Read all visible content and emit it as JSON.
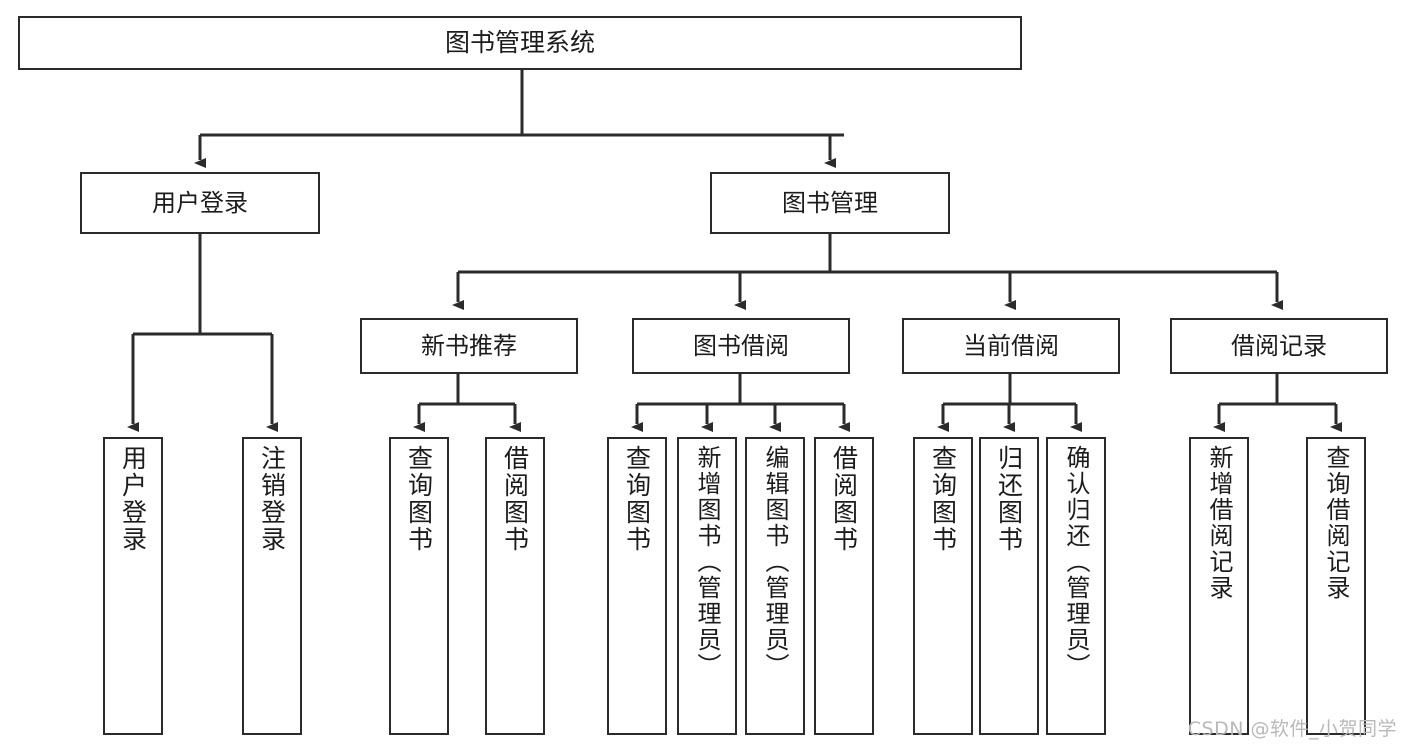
{
  "diagram": {
    "title": "图书管理系统",
    "type": "tree",
    "watermark": "CSDN @软件_小贺同学",
    "colors": {
      "line": "#2b2b2b",
      "box_border": "#2b2b2b",
      "box_fill": "#ffffff",
      "text": "#1c1c1c",
      "watermark": "#b9b9b9",
      "background": "#ffffff"
    },
    "root": {
      "label": "图书管理系统"
    },
    "level2": [
      {
        "label": "用户登录"
      },
      {
        "label": "图书管理"
      }
    ],
    "level3": [
      {
        "label": "新书推荐"
      },
      {
        "label": "图书借阅"
      },
      {
        "label": "当前借阅"
      },
      {
        "label": "借阅记录"
      }
    ],
    "leaves": {
      "user_login": [
        {
          "label": "用户登录"
        },
        {
          "label": "注销登录"
        }
      ],
      "new_book": [
        {
          "label": "查询图书"
        },
        {
          "label": "借阅图书"
        }
      ],
      "book_borrow": [
        {
          "label": "查询图书"
        },
        {
          "label": "新增图书（管理员）"
        },
        {
          "label": "编辑图书（管理员）"
        },
        {
          "label": "借阅图书"
        }
      ],
      "current_borrow": [
        {
          "label": "查询图书"
        },
        {
          "label": "归还图书"
        },
        {
          "label": "确认归还（管理员）"
        }
      ],
      "borrow_record": [
        {
          "label": "新增借阅记录"
        },
        {
          "label": "查询借阅记录"
        }
      ]
    }
  }
}
